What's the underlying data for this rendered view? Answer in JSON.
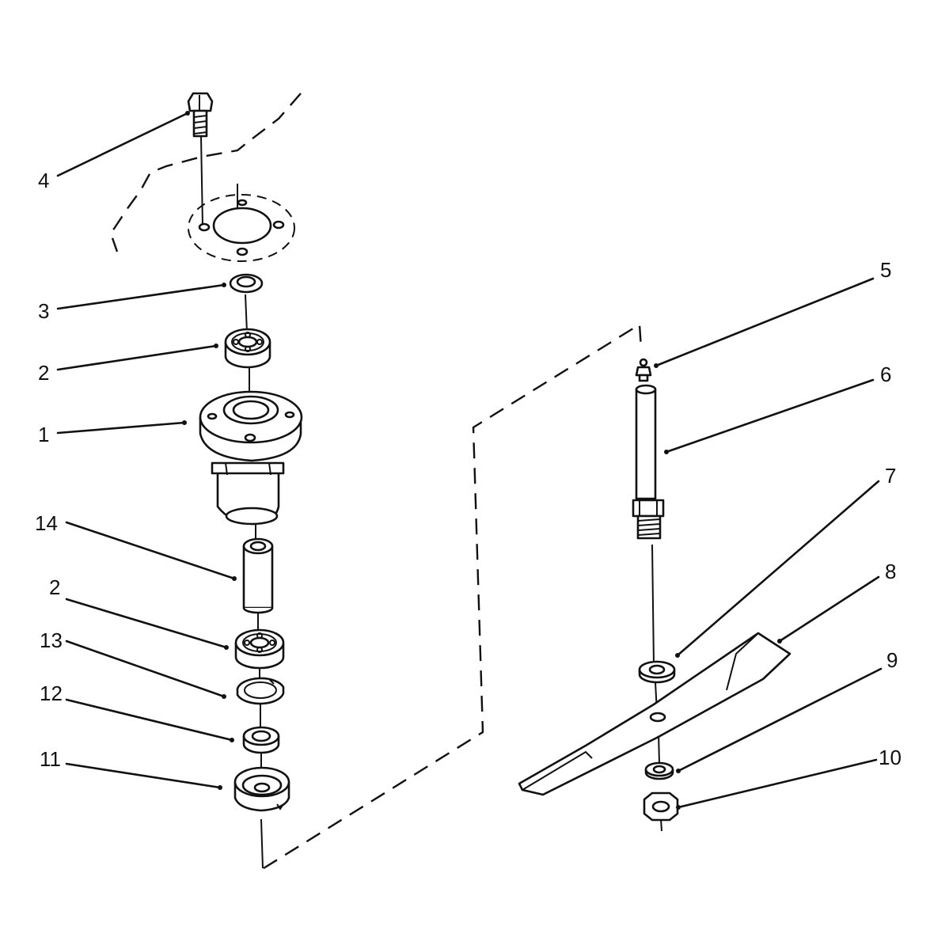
{
  "diagram": {
    "callouts": {
      "c1": "1",
      "c2a": "2",
      "c2b": "2",
      "c3": "3",
      "c4": "4",
      "c5": "5",
      "c6": "6",
      "c7": "7",
      "c8": "8",
      "c9": "9",
      "c10": "10",
      "c11": "11",
      "c12": "12",
      "c13": "13",
      "c14": "14"
    },
    "stroke_color": "#111111",
    "background": "#ffffff"
  }
}
